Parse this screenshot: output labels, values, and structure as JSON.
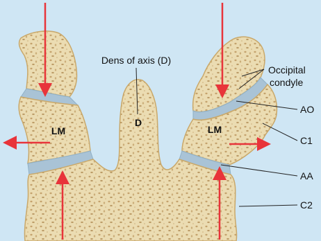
{
  "colors": {
    "background": "#cfe6f4",
    "bone_fill": "#ebdcb2",
    "bone_outline": "#c9a86a",
    "bone_texture": "#b68f55",
    "joint_space": "#a9c3d6",
    "arrow": "#e8343a",
    "leader_line": "#222222"
  },
  "labels": {
    "dens_caption": "Dens of axis (D)",
    "dens_short": "D",
    "lateral_mass_left": "LM",
    "lateral_mass_right": "LM",
    "occipital_line1": "Occipital",
    "occipital_line2": "condyle",
    "ao": "AO",
    "c1": "C1",
    "aa": "AA",
    "c2": "C2"
  },
  "arrows": {
    "count": 6,
    "meaning": [
      "downward-load-left",
      "downward-load-right",
      "upward-load-left",
      "upward-load-right",
      "lateral-spread-left",
      "lateral-spread-right"
    ]
  }
}
